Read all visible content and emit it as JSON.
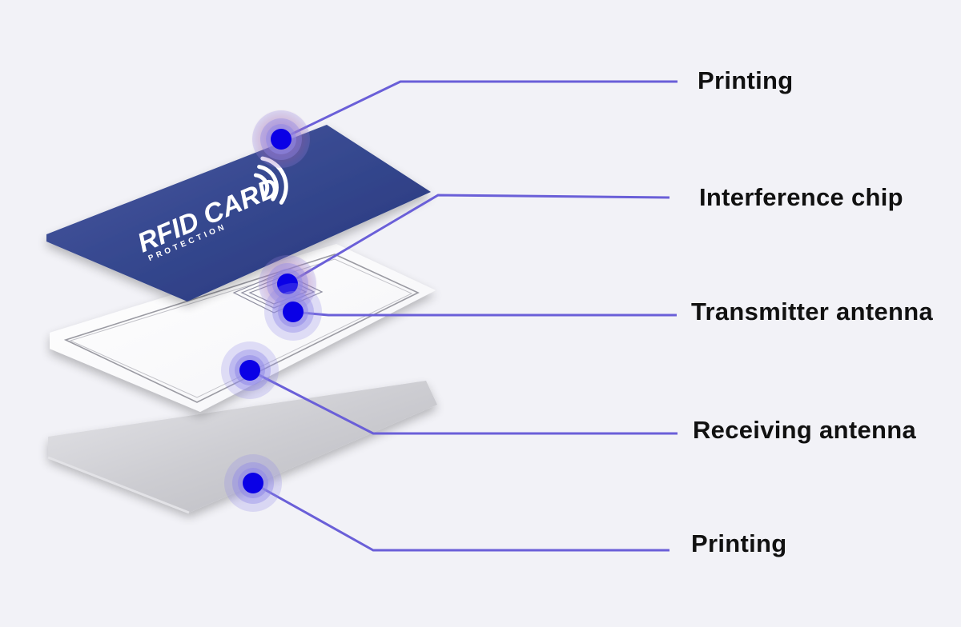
{
  "diagram": {
    "labels": {
      "printing_top": "Printing",
      "interference_chip": "Interference chip",
      "transmitter_antenna": "Transmitter antenna",
      "receiving_antenna": "Receiving antenna",
      "printing_bottom": "Printing"
    },
    "card": {
      "logo_text": "RFID CARD",
      "logo_subtext": "PROTECTION"
    },
    "colors": {
      "background": "#f2f2f7",
      "leader_line": "#6a5fd8",
      "marker_dot": "#0a00e6",
      "marker_halo": "#8f88e8",
      "card_top": "#2e3f86",
      "card_bottom": "#c4c4c8",
      "antenna_layer": "#ffffff"
    }
  }
}
